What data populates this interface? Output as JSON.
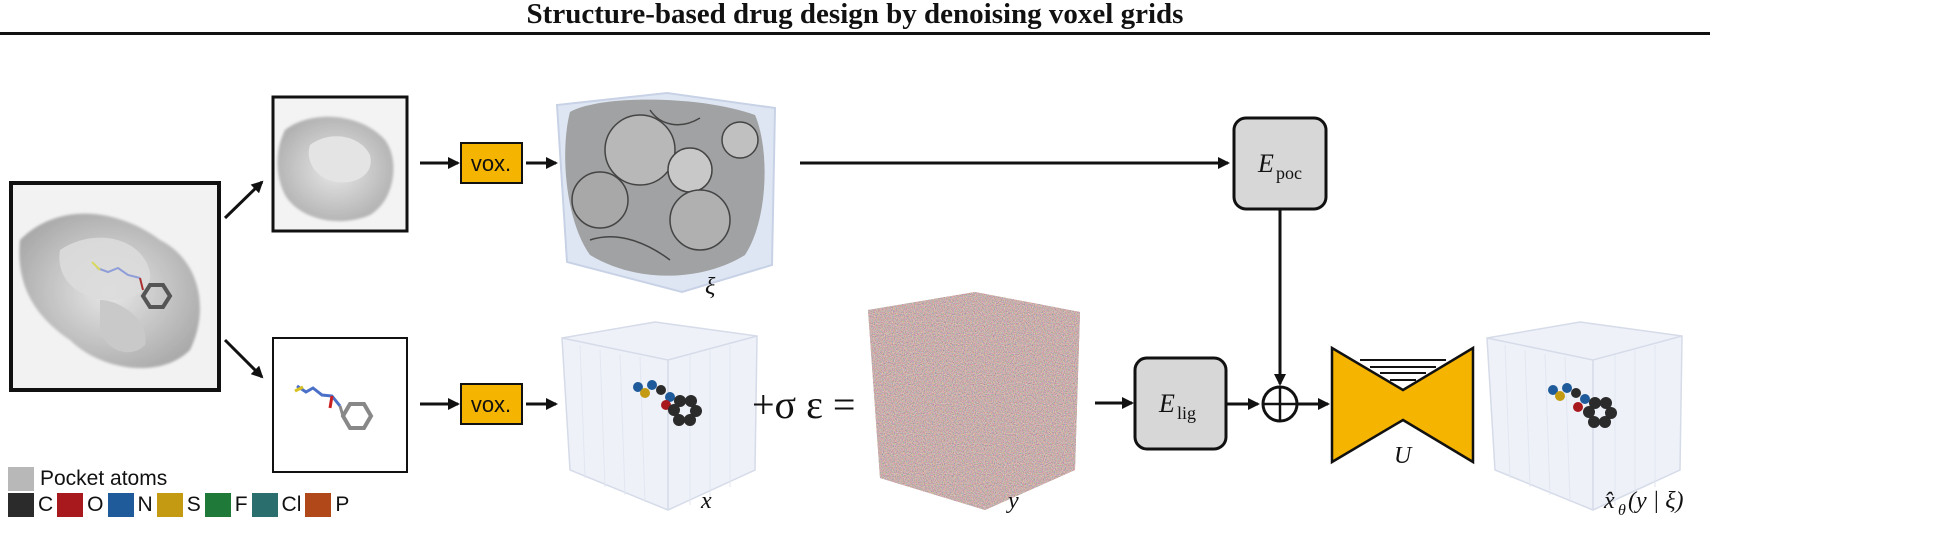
{
  "title": "Structure-based drug design by denoising voxel grids",
  "labels": {
    "vox_top": "vox.",
    "vox_bottom": "vox.",
    "xi": "ξ",
    "x": "x",
    "y": "y",
    "U": "U",
    "E_poc_main": "E",
    "E_poc_sub": "poc",
    "E_lig_main": "E",
    "E_lig_sub": "lig",
    "noise_eq": "+σ ε =",
    "output": "x̂",
    "output_sub": "θ",
    "output_args": "(y | ξ)"
  },
  "legend": {
    "pocket_label": "Pocket atoms",
    "pocket_color": "#b8b8b8",
    "atoms": [
      {
        "label": "C",
        "color": "#2b2b2b"
      },
      {
        "label": "O",
        "color": "#a8191e"
      },
      {
        "label": "N",
        "color": "#1f5a9a"
      },
      {
        "label": "S",
        "color": "#c39a12"
      },
      {
        "label": "F",
        "color": "#1f7a3a"
      },
      {
        "label": "Cl",
        "color": "#2a6e6e"
      },
      {
        "label": "P",
        "color": "#b0481a"
      }
    ]
  },
  "colors": {
    "vox_fill": "#f5b400",
    "encoder_fill": "#d7d7d7",
    "unet_fill": "#f5b400"
  }
}
